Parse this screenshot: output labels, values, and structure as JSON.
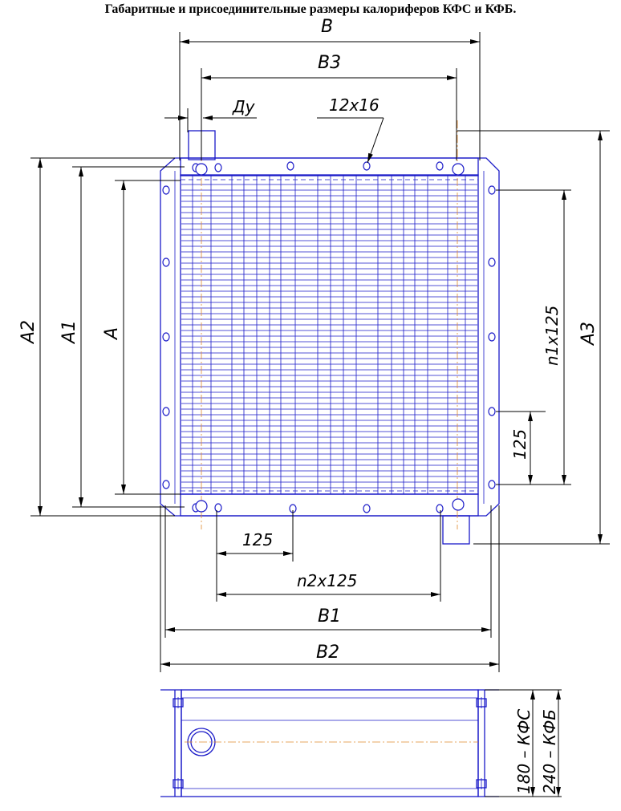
{
  "title": "Габаритные и присоединительные размеры калориферов КФС и КФБ.",
  "dimensions": {
    "B": "B",
    "B3": "B3",
    "Du": "Ду",
    "bolt": "12x16",
    "A": "A",
    "A1": "A1",
    "A2": "A2",
    "A3": "A3",
    "pitch_right": "n1x125",
    "step_right": "125",
    "step_bottom": "125",
    "pitch_bottom": "n2x125",
    "B1": "B1",
    "B2": "B2",
    "depth_kfs": "180 – КФС",
    "depth_kfb": "240 – КФБ"
  },
  "colors": {
    "outline": "#1a1ac8",
    "dimension": "#000000",
    "axis": "#e08a2e"
  }
}
